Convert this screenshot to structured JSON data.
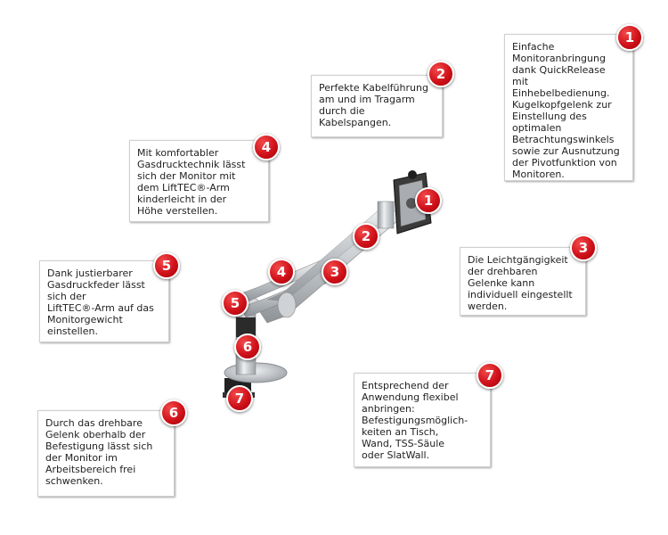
{
  "callouts": [
    {
      "num": "1",
      "text": "Einfache\nMonitoranbringung\ndank QuickRelease\nmit\nEinhebelbedienung.\nKugelkopfgelenk zur\nEinstellung des\noptimalen\nBetrachtungswinkels\nsowie zur Ausnutzung\nder Pivotfunktion von\nMonitoren."
    },
    {
      "num": "2",
      "text": "Perfekte Kabelführung\nam und im Tragarm\ndurch die\nKabelspangen."
    },
    {
      "num": "3",
      "text": "Die Leichtgängigkeit\nder drehbaren\nGelenke kann\nindividuell eingestellt\nwerden."
    },
    {
      "num": "4",
      "text": "Mit komfortabler\nGasdrucktechnik lässt\nsich der Monitor mit\ndem LiftTEC®-Arm\nkinderleicht in der\nHöhe verstellen."
    },
    {
      "num": "5",
      "text": "Dank justierbarer\nGasdruckfeder lässt\nsich der\nLiftTEC®-Arm auf das\nMonitorgewicht\neinstellen."
    },
    {
      "num": "6",
      "text": "Durch das drehbare\nGelenk oberhalb der\nBefestigung lässt sich\nder Monitor im\nArbeitsbereich frei\nschwenken."
    },
    {
      "num": "7",
      "text": "Entsprechend der\nAnwendung flexibel\nanbringen:\nBefestigungsmöglich-\nkeiten an Tisch,\nWand, TSS-Säule\noder SlatWall."
    }
  ],
  "markers": [
    "1",
    "2",
    "3",
    "4",
    "5",
    "6",
    "7"
  ],
  "colors": {
    "badge": "#d0111a",
    "arm": "#c8ccd0",
    "dark": "#2a2a2a"
  }
}
